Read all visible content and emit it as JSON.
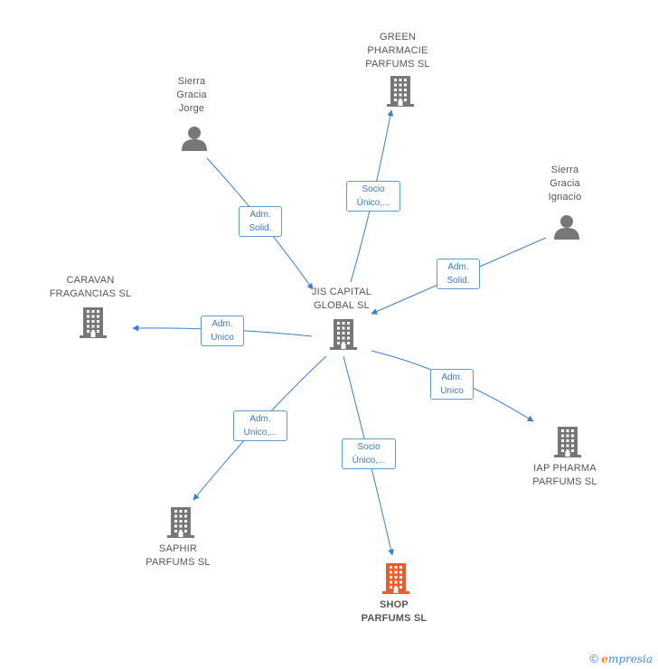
{
  "colors": {
    "edge": "#3a7fd0",
    "building": "#777777",
    "building_highlight": "#f05a28",
    "person": "#777777",
    "label_border": "#5b9bd5",
    "label_text": "#3a78c2"
  },
  "nodes": [
    {
      "id": "jis",
      "type": "company",
      "label": "JIS CAPITAL\nGLOBAL SL",
      "highlight": false
    },
    {
      "id": "green",
      "type": "company",
      "label": "GREEN\nPHARMACIE\nPARFUMS  SL",
      "highlight": false
    },
    {
      "id": "jorge",
      "type": "person",
      "label": "Sierra\nGracia\nJorge",
      "highlight": false
    },
    {
      "id": "ignacio",
      "type": "person",
      "label": "Sierra\nGracia\nIgnacio",
      "highlight": false
    },
    {
      "id": "caravan",
      "type": "company",
      "label": "CARAVAN\nFRAGANCIAS SL",
      "highlight": false
    },
    {
      "id": "iap",
      "type": "company",
      "label": "IAP PHARMA\nPARFUMS  SL",
      "highlight": false
    },
    {
      "id": "saphir",
      "type": "company",
      "label": "SAPHIR\nPARFUMS SL",
      "highlight": false
    },
    {
      "id": "shop",
      "type": "company",
      "label": "SHOP\nPARFUMS  SL",
      "highlight": true
    }
  ],
  "edges": [
    {
      "id": "e-jis-green",
      "from": "jis",
      "to": "green",
      "label": "Socio\nÚnico,..."
    },
    {
      "id": "e-jorge-jis",
      "from": "jorge",
      "to": "jis",
      "label": "Adm.\nSolid."
    },
    {
      "id": "e-ignacio-jis",
      "from": "ignacio",
      "to": "jis",
      "label": "Adm.\nSolid."
    },
    {
      "id": "e-jis-caravan",
      "from": "jis",
      "to": "caravan",
      "label": "Adm.\nUnico"
    },
    {
      "id": "e-jis-iap",
      "from": "jis",
      "to": "iap",
      "label": "Adm.\nUnico"
    },
    {
      "id": "e-jis-saphir",
      "from": "jis",
      "to": "saphir",
      "label": "Adm.\nUnico,..."
    },
    {
      "id": "e-jis-shop",
      "from": "jis",
      "to": "shop",
      "label": "Socio\nÚnico,..."
    }
  ],
  "brand": {
    "copyright": "©",
    "first_letter": "e",
    "rest": "mpresia"
  }
}
